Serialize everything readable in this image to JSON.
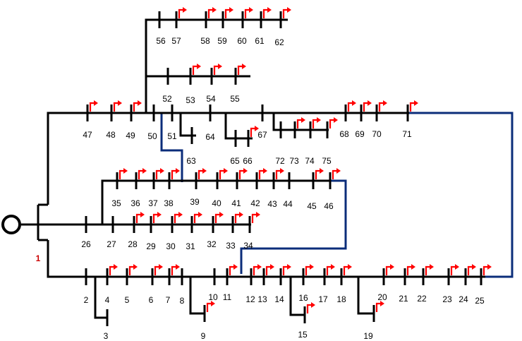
{
  "colors": {
    "line": "#000000",
    "tie_line": "#0b2d7a",
    "load": "#ff0000",
    "source_label": "#cc0000"
  },
  "source": {
    "label": "1",
    "icon": "substation-source-icon"
  },
  "buses": [
    "2",
    "3",
    "4",
    "5",
    "6",
    "7",
    "8",
    "9",
    "10",
    "11",
    "12",
    "13",
    "14",
    "15",
    "16",
    "17",
    "18",
    "19",
    "20",
    "21",
    "22",
    "23",
    "24",
    "25",
    "26",
    "27",
    "28",
    "29",
    "30",
    "31",
    "32",
    "33",
    "34",
    "35",
    "36",
    "37",
    "38",
    "39",
    "40",
    "41",
    "42",
    "43",
    "44",
    "45",
    "46",
    "47",
    "48",
    "49",
    "50",
    "51",
    "52",
    "53",
    "54",
    "55",
    "56",
    "57",
    "58",
    "59",
    "60",
    "61",
    "62",
    "63",
    "64",
    "65",
    "66",
    "67",
    "68",
    "69",
    "70",
    "71",
    "72",
    "73",
    "74",
    "75"
  ],
  "load_icon": "load-arrow-icon",
  "tie_lines": [
    "tie-50-39",
    "tie-42-11",
    "tie-71-25"
  ]
}
